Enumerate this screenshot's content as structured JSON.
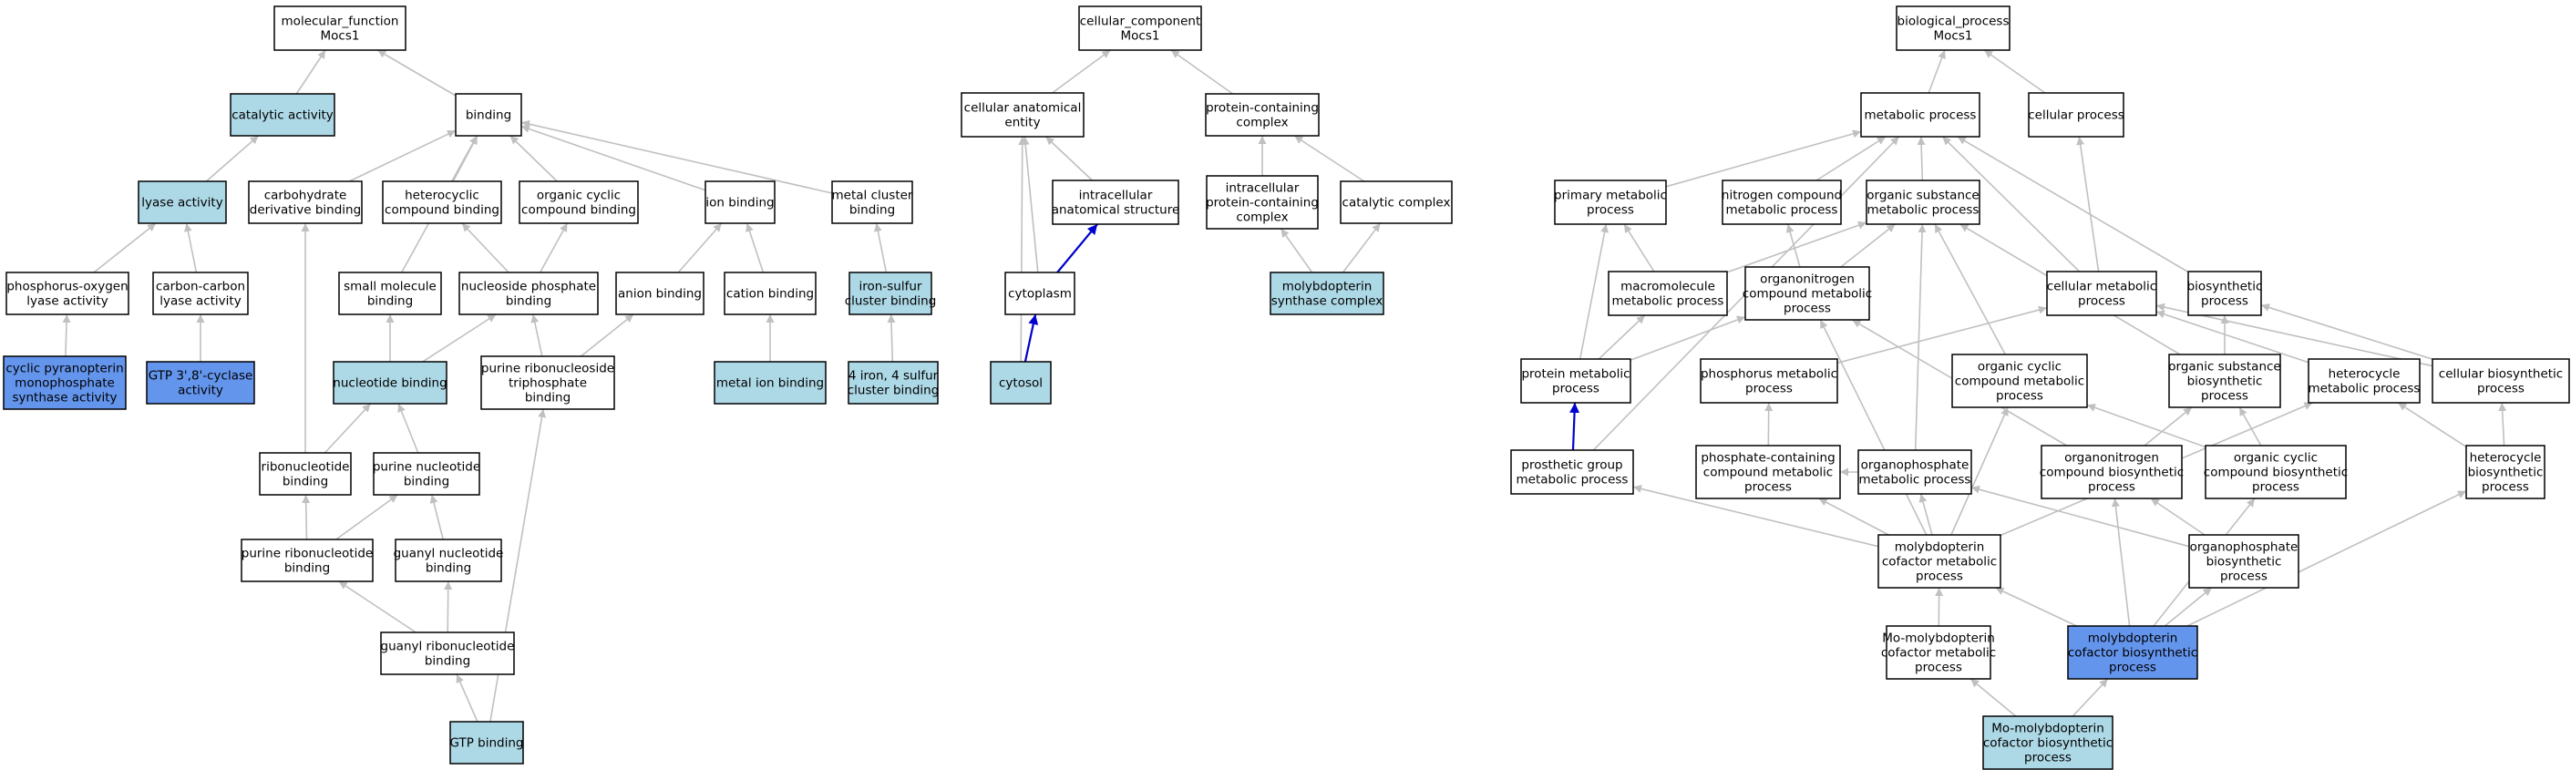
{
  "colors": {
    "plain": "#ffffff",
    "light": "#add8e6",
    "dark": "#6495ed",
    "edge": "#c0c0c0",
    "edge_highlight": "#0000cd"
  },
  "nodes": [
    {
      "id": "mf_root",
      "lines": [
        "molecular_function",
        "Mocs1"
      ],
      "fill": "plain"
    },
    {
      "id": "catalytic",
      "lines": [
        "catalytic activity"
      ],
      "fill": "light"
    },
    {
      "id": "binding",
      "lines": [
        "binding"
      ],
      "fill": "plain"
    },
    {
      "id": "lyase",
      "lines": [
        "lyase activity"
      ],
      "fill": "light"
    },
    {
      "id": "carb_deriv",
      "lines": [
        "carbohydrate",
        "derivative binding"
      ],
      "fill": "plain"
    },
    {
      "id": "heterocyclic_bind",
      "lines": [
        "heterocyclic",
        "compound binding"
      ],
      "fill": "plain"
    },
    {
      "id": "org_cyclic_bind",
      "lines": [
        "organic cyclic",
        "compound binding"
      ],
      "fill": "plain"
    },
    {
      "id": "ion_bind",
      "lines": [
        "ion binding"
      ],
      "fill": "plain"
    },
    {
      "id": "metal_cluster",
      "lines": [
        "metal cluster",
        "binding"
      ],
      "fill": "plain"
    },
    {
      "id": "p_o_lyase",
      "lines": [
        "phosphorus-oxygen",
        "lyase activity"
      ],
      "fill": "plain"
    },
    {
      "id": "cc_lyase",
      "lines": [
        "carbon-carbon",
        "lyase activity"
      ],
      "fill": "plain"
    },
    {
      "id": "small_mol",
      "lines": [
        "small molecule",
        "binding"
      ],
      "fill": "plain"
    },
    {
      "id": "nucleoside_p",
      "lines": [
        "nucleoside phosphate",
        "binding"
      ],
      "fill": "plain"
    },
    {
      "id": "anion",
      "lines": [
        "anion binding"
      ],
      "fill": "plain"
    },
    {
      "id": "cation",
      "lines": [
        "cation binding"
      ],
      "fill": "plain"
    },
    {
      "id": "fe_s",
      "lines": [
        "iron-sulfur",
        "cluster binding"
      ],
      "fill": "light"
    },
    {
      "id": "cpmp",
      "lines": [
        "cyclic pyranopterin",
        "monophosphate",
        "synthase activity"
      ],
      "fill": "dark"
    },
    {
      "id": "gtp_cyclase",
      "lines": [
        "GTP 3',8'-cyclase",
        "activity"
      ],
      "fill": "dark"
    },
    {
      "id": "nucleotide",
      "lines": [
        "nucleotide binding"
      ],
      "fill": "light"
    },
    {
      "id": "purine_rnt_tp",
      "lines": [
        "purine ribonucleoside",
        "triphosphate",
        "binding"
      ],
      "fill": "plain"
    },
    {
      "id": "metal_ion",
      "lines": [
        "metal ion binding"
      ],
      "fill": "light"
    },
    {
      "id": "fe4s4",
      "lines": [
        "4 iron, 4 sulfur",
        "cluster binding"
      ],
      "fill": "light"
    },
    {
      "id": "ribonucleotide",
      "lines": [
        "ribonucleotide",
        "binding"
      ],
      "fill": "plain"
    },
    {
      "id": "purine_nt",
      "lines": [
        "purine nucleotide",
        "binding"
      ],
      "fill": "plain"
    },
    {
      "id": "purine_rnt",
      "lines": [
        "purine ribonucleotide",
        "binding"
      ],
      "fill": "plain"
    },
    {
      "id": "guanyl_nt",
      "lines": [
        "guanyl nucleotide",
        "binding"
      ],
      "fill": "plain"
    },
    {
      "id": "guanyl_rnt",
      "lines": [
        "guanyl ribonucleotide",
        "binding"
      ],
      "fill": "plain"
    },
    {
      "id": "gtp_bind",
      "lines": [
        "GTP binding"
      ],
      "fill": "light"
    },
    {
      "id": "cc_root",
      "lines": [
        "cellular_component",
        "Mocs1"
      ],
      "fill": "plain"
    },
    {
      "id": "cell_anat",
      "lines": [
        "cellular anatomical",
        "entity"
      ],
      "fill": "plain"
    },
    {
      "id": "prot_complex",
      "lines": [
        "protein-containing",
        "complex"
      ],
      "fill": "plain"
    },
    {
      "id": "intracell_struct",
      "lines": [
        "intracellular",
        "anatomical structure"
      ],
      "fill": "plain"
    },
    {
      "id": "intracell_pc",
      "lines": [
        "intracellular",
        "protein-containing",
        "complex"
      ],
      "fill": "plain"
    },
    {
      "id": "catalytic_complex",
      "lines": [
        "catalytic complex"
      ],
      "fill": "plain"
    },
    {
      "id": "cytoplasm",
      "lines": [
        "cytoplasm"
      ],
      "fill": "plain"
    },
    {
      "id": "mpt_synthase",
      "lines": [
        "molybdopterin",
        "synthase complex"
      ],
      "fill": "light"
    },
    {
      "id": "cytosol",
      "lines": [
        "cytosol"
      ],
      "fill": "light"
    },
    {
      "id": "bp_root",
      "lines": [
        "biological_process",
        "Mocs1"
      ],
      "fill": "plain"
    },
    {
      "id": "metabolic",
      "lines": [
        "metabolic process"
      ],
      "fill": "plain"
    },
    {
      "id": "cellular_proc",
      "lines": [
        "cellular process"
      ],
      "fill": "plain"
    },
    {
      "id": "primary_met",
      "lines": [
        "primary metabolic",
        "process"
      ],
      "fill": "plain"
    },
    {
      "id": "nitrogen_met",
      "lines": [
        "nitrogen compound",
        "metabolic process"
      ],
      "fill": "plain"
    },
    {
      "id": "org_subst_met",
      "lines": [
        "organic substance",
        "metabolic process"
      ],
      "fill": "plain"
    },
    {
      "id": "macromol_met",
      "lines": [
        "macromolecule",
        "metabolic process"
      ],
      "fill": "plain"
    },
    {
      "id": "orgN_met",
      "lines": [
        "organonitrogen",
        "compound metabolic",
        "process"
      ],
      "fill": "plain"
    },
    {
      "id": "cell_met",
      "lines": [
        "cellular metabolic",
        "process"
      ],
      "fill": "plain"
    },
    {
      "id": "biosynthetic",
      "lines": [
        "biosynthetic",
        "process"
      ],
      "fill": "plain"
    },
    {
      "id": "protein_met",
      "lines": [
        "protein metabolic",
        "process"
      ],
      "fill": "plain"
    },
    {
      "id": "phosphorus_met",
      "lines": [
        "phosphorus metabolic",
        "process"
      ],
      "fill": "plain"
    },
    {
      "id": "org_cyclic_met",
      "lines": [
        "organic cyclic",
        "compound metabolic",
        "process"
      ],
      "fill": "plain"
    },
    {
      "id": "org_subst_bio",
      "lines": [
        "organic substance",
        "biosynthetic",
        "process"
      ],
      "fill": "plain"
    },
    {
      "id": "heterocycle_met",
      "lines": [
        "heterocycle",
        "metabolic process"
      ],
      "fill": "plain"
    },
    {
      "id": "cell_bio",
      "lines": [
        "cellular biosynthetic",
        "process"
      ],
      "fill": "plain"
    },
    {
      "id": "prosthetic",
      "lines": [
        "prosthetic group",
        "metabolic process"
      ],
      "fill": "plain"
    },
    {
      "id": "phosphate_met",
      "lines": [
        "phosphate-containing",
        "compound metabolic",
        "process"
      ],
      "fill": "plain"
    },
    {
      "id": "organophos_met",
      "lines": [
        "organophosphate",
        "metabolic process"
      ],
      "fill": "plain"
    },
    {
      "id": "orgN_bio",
      "lines": [
        "organonitrogen",
        "compound biosynthetic",
        "process"
      ],
      "fill": "plain"
    },
    {
      "id": "org_cyclic_bio",
      "lines": [
        "organic cyclic",
        "compound biosynthetic",
        "process"
      ],
      "fill": "plain"
    },
    {
      "id": "heterocycle_bio",
      "lines": [
        "heterocycle",
        "biosynthetic",
        "process"
      ],
      "fill": "plain"
    },
    {
      "id": "moco_met",
      "lines": [
        "molybdopterin",
        "cofactor metabolic",
        "process"
      ],
      "fill": "plain"
    },
    {
      "id": "organophos_bio",
      "lines": [
        "organophosphate",
        "biosynthetic",
        "process"
      ],
      "fill": "plain"
    },
    {
      "id": "mo_mpt_met",
      "lines": [
        "Mo-molybdopterin",
        "cofactor metabolic",
        "process"
      ],
      "fill": "plain"
    },
    {
      "id": "moco_bio",
      "lines": [
        "molybdopterin",
        "cofactor biosynthetic",
        "process"
      ],
      "fill": "dark"
    },
    {
      "id": "mo_mpt_bio",
      "lines": [
        "Mo-molybdopterin",
        "cofactor biosynthetic",
        "process"
      ],
      "fill": "light"
    }
  ],
  "edges": [
    [
      "catalytic",
      "mf_root"
    ],
    [
      "binding",
      "mf_root"
    ],
    [
      "lyase",
      "catalytic"
    ],
    [
      "carb_deriv",
      "binding"
    ],
    [
      "heterocyclic_bind",
      "binding"
    ],
    [
      "org_cyclic_bind",
      "binding"
    ],
    [
      "ion_bind",
      "binding"
    ],
    [
      "metal_cluster",
      "binding"
    ],
    [
      "small_mol",
      "binding"
    ],
    [
      "p_o_lyase",
      "lyase"
    ],
    [
      "cc_lyase",
      "lyase"
    ],
    [
      "nucleoside_p",
      "heterocyclic_bind"
    ],
    [
      "nucleoside_p",
      "org_cyclic_bind"
    ],
    [
      "anion",
      "ion_bind"
    ],
    [
      "cation",
      "ion_bind"
    ],
    [
      "fe_s",
      "metal_cluster"
    ],
    [
      "cpmp",
      "p_o_lyase"
    ],
    [
      "gtp_cyclase",
      "cc_lyase"
    ],
    [
      "nucleotide",
      "small_mol"
    ],
    [
      "nucleotide",
      "nucleoside_p"
    ],
    [
      "purine_rnt_tp",
      "nucleoside_p"
    ],
    [
      "purine_rnt_tp",
      "anion"
    ],
    [
      "metal_ion",
      "cation"
    ],
    [
      "fe4s4",
      "fe_s"
    ],
    [
      "ribonucleotide",
      "carb_deriv"
    ],
    [
      "ribonucleotide",
      "nucleotide"
    ],
    [
      "purine_nt",
      "nucleotide"
    ],
    [
      "purine_rnt",
      "ribonucleotide"
    ],
    [
      "purine_rnt",
      "purine_nt"
    ],
    [
      "guanyl_nt",
      "purine_nt"
    ],
    [
      "guanyl_rnt",
      "purine_rnt"
    ],
    [
      "guanyl_rnt",
      "guanyl_nt"
    ],
    [
      "gtp_bind",
      "guanyl_rnt"
    ],
    [
      "gtp_bind",
      "purine_rnt_tp"
    ],
    [
      "cell_anat",
      "cc_root"
    ],
    [
      "prot_complex",
      "cc_root"
    ],
    [
      "intracell_struct",
      "cell_anat"
    ],
    [
      "intracell_pc",
      "prot_complex"
    ],
    [
      "catalytic_complex",
      "prot_complex"
    ],
    [
      "cytoplasm",
      "cell_anat"
    ],
    [
      "cytoplasm",
      "intracell_struct",
      "hl"
    ],
    [
      "mpt_synthase",
      "intracell_pc"
    ],
    [
      "mpt_synthase",
      "catalytic_complex"
    ],
    [
      "cytosol",
      "cytoplasm",
      "hl"
    ],
    [
      "cytosol",
      "cell_anat"
    ],
    [
      "metabolic",
      "bp_root"
    ],
    [
      "cellular_proc",
      "bp_root"
    ],
    [
      "primary_met",
      "metabolic"
    ],
    [
      "nitrogen_met",
      "metabolic"
    ],
    [
      "org_subst_met",
      "metabolic"
    ],
    [
      "macromol_met",
      "org_subst_met"
    ],
    [
      "macromol_met",
      "primary_met"
    ],
    [
      "orgN_met",
      "nitrogen_met"
    ],
    [
      "orgN_met",
      "org_subst_met"
    ],
    [
      "cell_met",
      "metabolic"
    ],
    [
      "cell_met",
      "cellular_proc"
    ],
    [
      "biosynthetic",
      "metabolic"
    ],
    [
      "protein_met",
      "macromol_met"
    ],
    [
      "protein_met",
      "orgN_met"
    ],
    [
      "protein_met",
      "primary_met"
    ],
    [
      "phosphorus_met",
      "cell_met"
    ],
    [
      "org_cyclic_met",
      "org_subst_met"
    ],
    [
      "org_subst_bio",
      "org_subst_met"
    ],
    [
      "org_subst_bio",
      "biosynthetic"
    ],
    [
      "heterocycle_met",
      "cell_met"
    ],
    [
      "cell_bio",
      "cell_met"
    ],
    [
      "cell_bio",
      "biosynthetic"
    ],
    [
      "prosthetic",
      "protein_met",
      "hl"
    ],
    [
      "prosthetic",
      "metabolic"
    ],
    [
      "phosphate_met",
      "phosphorus_met"
    ],
    [
      "organophos_met",
      "phosphate_met"
    ],
    [
      "organophos_met",
      "org_subst_met"
    ],
    [
      "orgN_bio",
      "orgN_met"
    ],
    [
      "orgN_bio",
      "org_subst_bio"
    ],
    [
      "org_cyclic_bio",
      "org_cyclic_met"
    ],
    [
      "org_cyclic_bio",
      "org_subst_bio"
    ],
    [
      "heterocycle_bio",
      "heterocycle_met"
    ],
    [
      "heterocycle_bio",
      "cell_bio"
    ],
    [
      "moco_met",
      "prosthetic"
    ],
    [
      "moco_met",
      "organophos_met"
    ],
    [
      "moco_met",
      "phosphate_met"
    ],
    [
      "moco_met",
      "org_cyclic_met"
    ],
    [
      "moco_met",
      "heterocycle_met"
    ],
    [
      "moco_met",
      "orgN_met"
    ],
    [
      "organophos_bio",
      "organophos_met"
    ],
    [
      "organophos_bio",
      "orgN_bio"
    ],
    [
      "mo_mpt_met",
      "moco_met"
    ],
    [
      "moco_bio",
      "moco_met"
    ],
    [
      "moco_bio",
      "organophos_bio"
    ],
    [
      "moco_bio",
      "orgN_bio"
    ],
    [
      "moco_bio",
      "org_cyclic_bio"
    ],
    [
      "moco_bio",
      "heterocycle_bio"
    ],
    [
      "mo_mpt_bio",
      "mo_mpt_met"
    ],
    [
      "mo_mpt_bio",
      "moco_bio"
    ]
  ]
}
